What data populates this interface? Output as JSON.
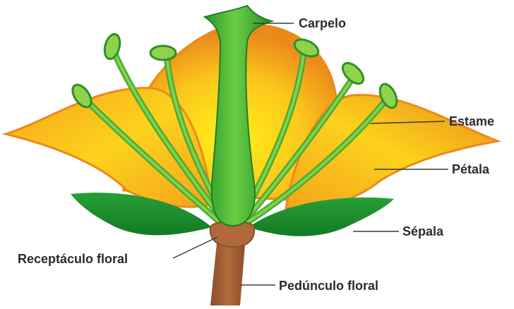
{
  "diagram": {
    "labels": {
      "carpel": "Carpelo",
      "stamen": "Estame",
      "petal": "Pétala",
      "sepal": "Sépala",
      "receptacle": "Receptáculo floral",
      "peduncle": "Pedúnculo floral"
    },
    "colors": {
      "petal_light": "#ffe11a",
      "petal_mid": "#f8b81b",
      "petal_edge": "#ea8a1b",
      "carpel_green": "#2fa72f",
      "carpel_light": "#7bd24a",
      "sepal_green": "#1f8f2e",
      "stamen_green": "#5cc13a",
      "anther_green": "#8fd24b",
      "receptacle_brown": "#b0683c",
      "stem_brown": "#9a5a32"
    }
  }
}
